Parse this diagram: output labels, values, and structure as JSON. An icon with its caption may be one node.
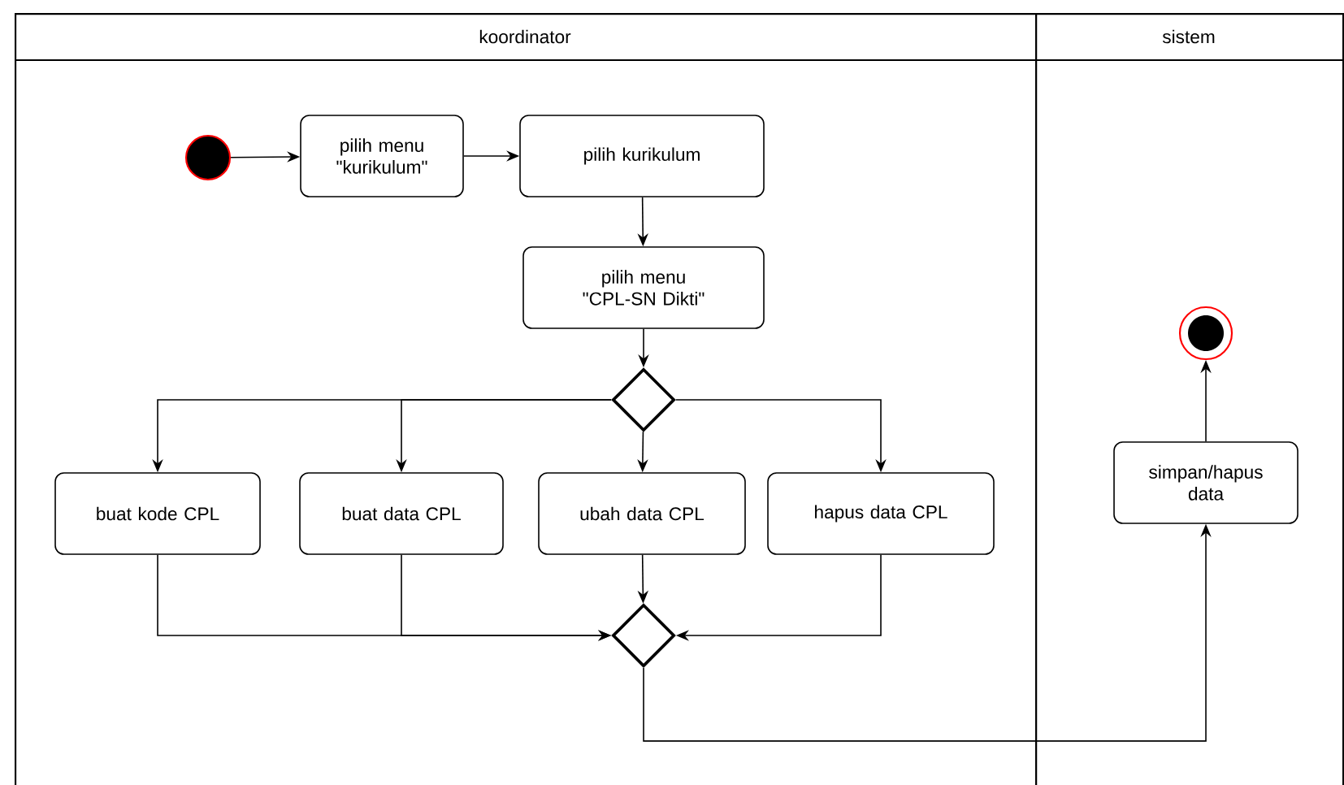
{
  "diagram": {
    "nodes": [
      {
        "text": [
          "koordinator"
        ]
      },
      {
        "text": [
          "sistem"
        ]
      },
      {
        "text": [],
        "shape": "circle",
        "in": 0
      },
      {
        "text": [
          "pilih menu \"kurikulum\""
        ],
        "in": 0
      },
      {
        "text": [
          "pilih kurikulum"
        ],
        "in": 0
      },
      {
        "text": [
          "pilih menu \"CPL-SN Dikti\""
        ],
        "in": 0
      },
      {
        "text": [],
        "shape": "diamond",
        "in": 0
      },
      {
        "text": [
          "buat kode CPL"
        ],
        "in": 0
      },
      {
        "text": [
          "buat data CPL"
        ],
        "in": 0
      },
      {
        "text": [
          "ubah data CPL"
        ],
        "in": 0
      },
      {
        "text": [
          "hapus data CPL"
        ],
        "in": 0
      },
      {
        "text": [],
        "shape": "diamond",
        "in": 0
      },
      {
        "text": [
          "simpan/hapus data"
        ],
        "in": 1
      },
      {
        "text": [],
        "shape": "circle",
        "in": 1
      }
    ],
    "edges": [
      {
        "from": 2,
        "to": 3,
        "arrow": "to"
      },
      {
        "from": 3,
        "to": 4,
        "arrow": "to"
      },
      {
        "from": 4,
        "to": 5,
        "arrow": "to"
      },
      {
        "from": 5,
        "to": 6,
        "arrow": "to"
      },
      {
        "from": 6,
        "to": 7,
        "arrow": "to"
      },
      {
        "from": 6,
        "to": 8,
        "arrow": "to"
      },
      {
        "from": 6,
        "to": 9,
        "arrow": "to"
      },
      {
        "from": 6,
        "to": 10,
        "arrow": "to"
      },
      {
        "from": 7,
        "to": 11,
        "arrow": "to"
      },
      {
        "from": 8,
        "to": 11,
        "arrow": "to"
      },
      {
        "from": 9,
        "to": 11,
        "arrow": "to"
      },
      {
        "from": 10,
        "to": 11,
        "arrow": "to"
      },
      {
        "from": 11,
        "to": 12,
        "arrow": "to"
      },
      {
        "from": 12,
        "to": 13,
        "arrow": "to"
      }
    ]
  }
}
